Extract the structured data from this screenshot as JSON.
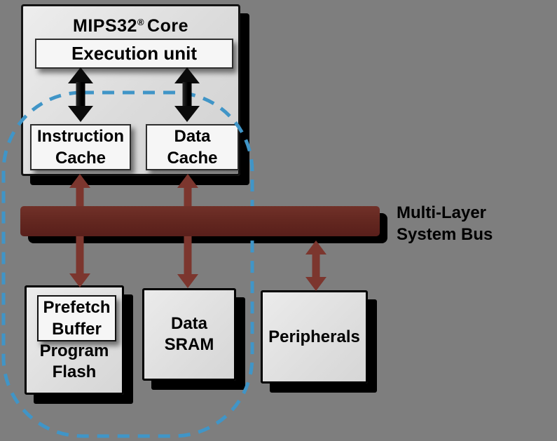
{
  "core": {
    "title": {
      "brand": "MIPS32",
      "registered_mark": "®",
      "suffix": "Core"
    },
    "execution_unit_label": "Execution unit",
    "instruction_cache": {
      "line1": "Instruction",
      "line2": "Cache"
    },
    "data_cache": {
      "line1": "Data",
      "line2": "Cache"
    }
  },
  "bus": {
    "label": {
      "line1": "Multi-Layer",
      "line2": "System Bus"
    }
  },
  "blocks": {
    "program_flash": {
      "label": {
        "line1": "Program",
        "line2": "Flash"
      },
      "prefetch_buffer": {
        "line1": "Prefetch",
        "line2": "Buffer"
      }
    },
    "data_sram": {
      "line1": "Data",
      "line2": "SRAM"
    },
    "peripherals": {
      "label": "Peripherals"
    }
  },
  "colors": {
    "background": "#7E7E7E",
    "box_fill_white": "#F6F6F6",
    "box_fill_light": "#DCDCDC",
    "bus_fill": "#5F241F",
    "arrow_red": "#7C362E",
    "arrow_black": "#0B0B0B",
    "dashed_outline_blue": "#4095C7",
    "shadow": "#000000",
    "text": "#000000"
  }
}
